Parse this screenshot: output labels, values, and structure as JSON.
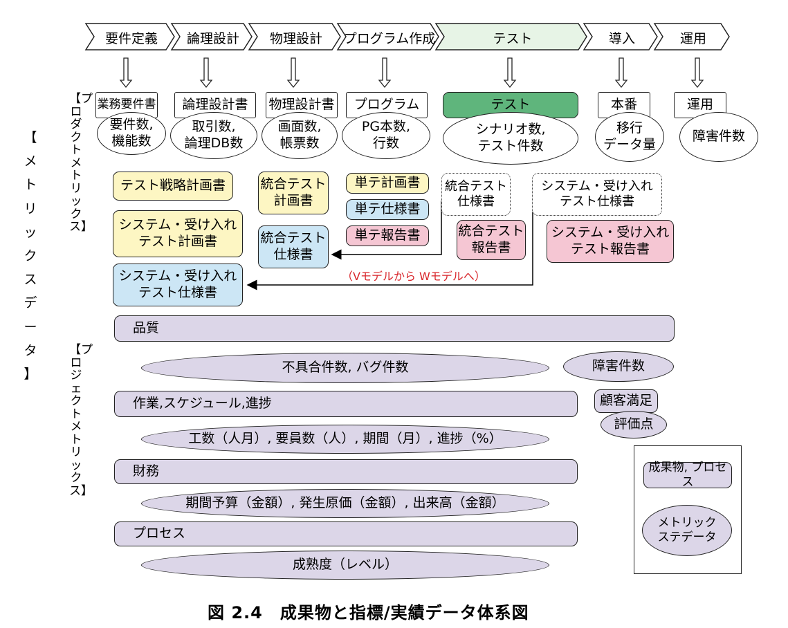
{
  "phases": [
    {
      "label": "要件定義"
    },
    {
      "label": "論理設計"
    },
    {
      "label": "物理設計"
    },
    {
      "label": "プログラム作成"
    },
    {
      "label": "テスト"
    },
    {
      "label": "導入"
    },
    {
      "label": "運用"
    }
  ],
  "deliverables": [
    {
      "label": "業務要件書"
    },
    {
      "label": "論理設計書"
    },
    {
      "label": "物理設計書"
    },
    {
      "label": "プログラム"
    },
    {
      "label": "テスト"
    },
    {
      "label": "本番"
    },
    {
      "label": "運用"
    }
  ],
  "product_metrics": [
    {
      "label": "要件数,\n機能数"
    },
    {
      "label": "取引数,\n論理DB数"
    },
    {
      "label": "画面数,\n帳票数"
    },
    {
      "label": "PG本数,\n行数"
    },
    {
      "label": "シナリオ数,\nテスト件数"
    },
    {
      "label": "移行\nデータ量"
    },
    {
      "label": "障害件数"
    }
  ],
  "side_labels": {
    "product_metrics": "【プロダクトメトリックス】",
    "metrics_data": [
      "【",
      "メ",
      "ト",
      "リ",
      "ッ",
      "ク",
      "ス",
      "デ",
      "ー",
      "タ",
      "】"
    ],
    "project_metrics": "【プロジェクトメトリックス】"
  },
  "test_docs": {
    "test_strategy_plan": "テスト戦略計画書",
    "system_acceptance_plan": "システム・受け入れ\nテスト計画書",
    "integration_plan": "統合テスト\n計画書",
    "integration_spec_blue": "統合テスト\n仕様書",
    "unit_plan": "単テ計画書",
    "unit_spec": "単テ仕様書",
    "unit_report": "単テ報告書",
    "integration_spec_dotted": "統合テスト\n仕様書",
    "integration_report": "統合テスト\n報告書",
    "system_acceptance_spec_dotted": "システム・受け入れ\nテスト仕様書",
    "system_acceptance_report": "システム・受け入れ\nテスト報告書",
    "system_acceptance_spec_blue": "システム・受け入れ\nテスト仕様書"
  },
  "v_to_w_note": "（Vモデルから Wモデルへ）",
  "project_areas": [
    {
      "label": "品質",
      "metric": "不具合件数, バグ件数"
    },
    {
      "label": "作業,スケジュール,進捗",
      "metric": "工数（人月）, 要員数（人）, 期間（月）, 進捗（%）"
    },
    {
      "label": "財務",
      "metric": "期間予算（金額）, 発生原価（金額）, 出来高（金額）"
    },
    {
      "label": "プロセス",
      "metric": "成熟度（レベル）"
    }
  ],
  "operation_metrics": {
    "failures": "障害件数",
    "satisfaction_box": "顧客満足",
    "satisfaction_ellipse": "評価点"
  },
  "legend": {
    "deliverable_process": "成果物, プロセス",
    "metrics_data": "メトリック\nステデータ"
  },
  "caption": "図 2.4　成果物と指標/実績データ体系図",
  "colors": {
    "test_phase": "#e7f4e6",
    "test_deliverable": "#5fb57c",
    "plan": "#fdf6c3",
    "spec": "#cce6f5",
    "report": "#f5c6d3",
    "project_metric": "#dcd6e8",
    "note": "#d8262b"
  }
}
